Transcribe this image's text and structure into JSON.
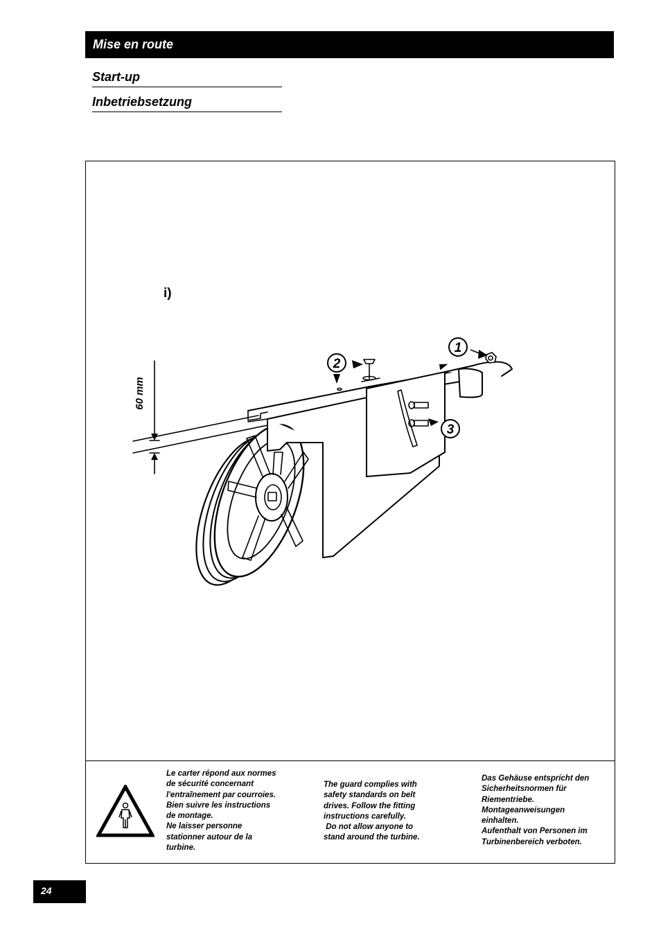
{
  "header": {
    "title": "Mise en route"
  },
  "subheadings": {
    "en": "Start-up",
    "de": "Inbetriebsetzung"
  },
  "figure": {
    "label": "i)",
    "dimension": "60 mm",
    "callout_1": "1",
    "callout_2": "2",
    "callout_3": "3",
    "warning_icon": "warning-person-triangle-icon"
  },
  "notes": {
    "fr": [
      "Le carter répond aux normes",
      "de sécurité concernant",
      "l'entraînement par courroies.",
      "Bien suivre les instructions",
      "de montage.",
      "Ne laisser personne",
      "stationner autour de la",
      "turbine."
    ],
    "en": [
      "The guard complies with",
      "safety standards on belt",
      "drives.  Follow the fitting",
      "instructions carefully.",
      " Do not allow anyone to",
      "stand around the turbine."
    ],
    "de": [
      "Das Gehäuse entspricht den",
      "Sicherheitsnormen für",
      "Riementriebe.",
      "Montageanweisungen",
      "einhalten.",
      "Aufenthalt von Personen im",
      "Turbinenbereich verboten."
    ]
  },
  "footer": {
    "page_number": "24"
  }
}
